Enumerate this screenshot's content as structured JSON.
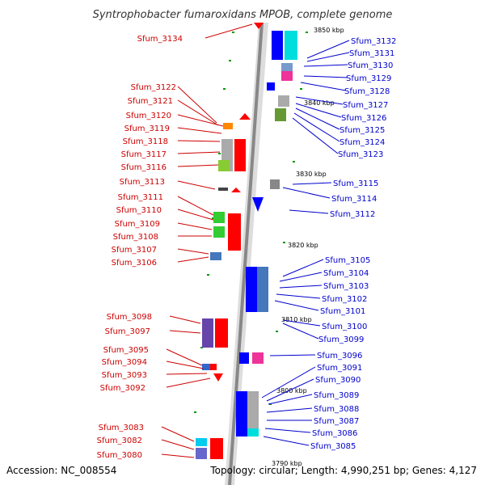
{
  "title": "Syntrophobacter fumaroxidans MPOB, complete genome",
  "footer": {
    "accession": "Accession: NC_008554",
    "topology": "Topology: circular; Length: 4,990,251 bp; Genes: 4,127"
  },
  "ticks": [
    "3850 kbp",
    "3840 kbp",
    "3830 kbp",
    "3820 kbp",
    "3810 kbp",
    "3800 kbp",
    "3790 kbp"
  ],
  "left_labels": [
    "Sfum_3134",
    "Sfum_3122",
    "Sfum_3121",
    "Sfum_3120",
    "Sfum_3119",
    "Sfum_3118",
    "Sfum_3117",
    "Sfum_3116",
    "Sfum_3113",
    "Sfum_3111",
    "Sfum_3110",
    "Sfum_3109",
    "Sfum_3108",
    "Sfum_3107",
    "Sfum_3106",
    "Sfum_3098",
    "Sfum_3097",
    "Sfum_3095",
    "Sfum_3094",
    "Sfum_3093",
    "Sfum_3092",
    "Sfum_3083",
    "Sfum_3082",
    "Sfum_3080"
  ],
  "right_labels": [
    "Sfum_3132",
    "Sfum_3131",
    "Sfum_3130",
    "Sfum_3129",
    "Sfum_3128",
    "Sfum_3127",
    "Sfum_3126",
    "Sfum_3125",
    "Sfum_3124",
    "Sfum_3123",
    "Sfum_3115",
    "Sfum_3114",
    "Sfum_3112",
    "Sfum_3105",
    "Sfum_3104",
    "Sfum_3103",
    "Sfum_3102",
    "Sfum_3101",
    "Sfum_3100",
    "Sfum_3099",
    "Sfum_3096",
    "Sfum_3091",
    "Sfum_3090",
    "Sfum_3089",
    "Sfum_3088",
    "Sfum_3087",
    "Sfum_3086",
    "Sfum_3085"
  ],
  "colors": {
    "forward_strand": "#ff0000",
    "reverse_strand": "#0000ff",
    "backbone": "#999999",
    "gc_marks": "#009900",
    "left_label": "#cc0000",
    "right_label": "#0000cc"
  }
}
